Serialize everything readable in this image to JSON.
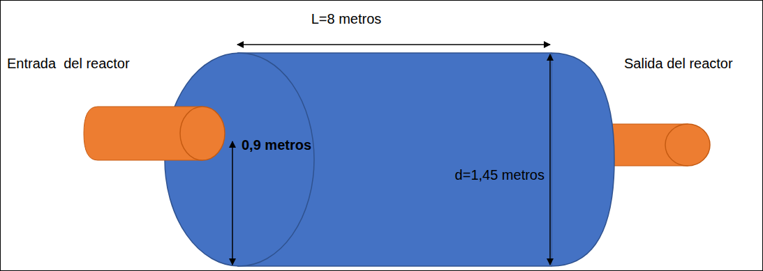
{
  "diagram": {
    "labels": [
      "L=8 metros",
      "Entrada  del reactor",
      "0,9 metros",
      "d=1,45 metros",
      "Salida del reactor"
    ]
  }
}
